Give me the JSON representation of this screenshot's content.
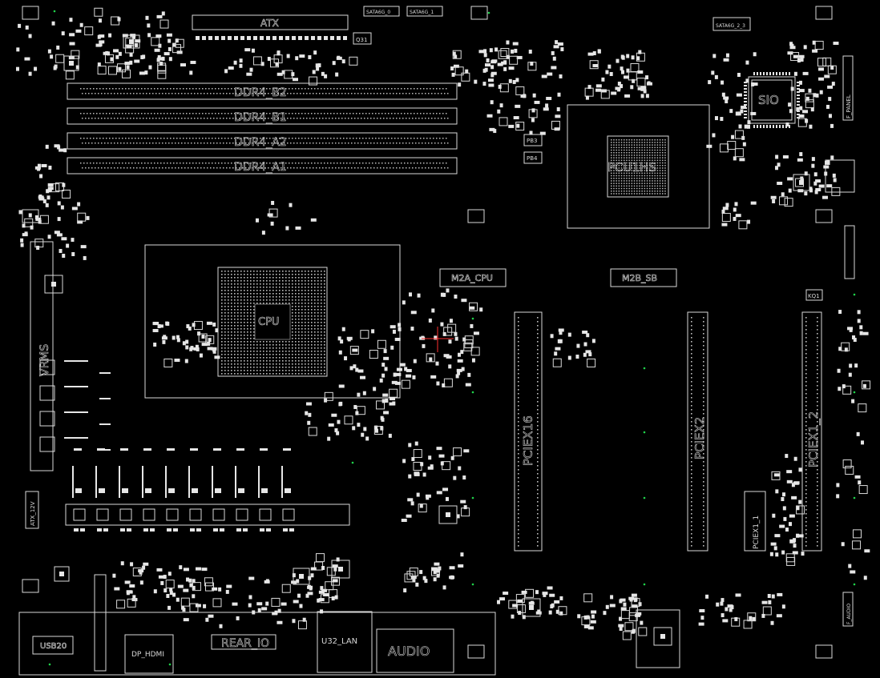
{
  "labels": {
    "atx": "ATX",
    "sata0": "SATA6G_0",
    "sata1": "SATA6G_1",
    "sata23": "SATA6G_2_3",
    "ddr_b2": "DDR4_B2",
    "ddr_b1": "DDR4_B1",
    "ddr_a2": "DDR4_A2",
    "ddr_a1": "DDR4_A1",
    "pch": "PCU1HS",
    "sio": "SIO",
    "m2a": "M2A_CPU",
    "m2b": "M2B_SB",
    "pciex16": "PCIEX16",
    "pciex2": "PCIEX2",
    "pciex1_2": "PCIEX1_2",
    "pciex1_1": "PCIEX1_1",
    "vrms": "VRMS",
    "usb20": "USB20",
    "dp_hdmi": "DP_HDMI",
    "rear_io": "REAR_IO",
    "u32_lan": "U32_LAN",
    "audio": "AUDIO",
    "atx12v": "ATX_12V",
    "fpanel": "F_PANEL",
    "faudio": "F_AUDIO",
    "cpu": "CPU",
    "kq1": "KQ1",
    "q31": "Q31",
    "pb3": "PB3",
    "pb4": "PB4"
  },
  "colors": {
    "background": "#000000",
    "outline": "#d9d9d9",
    "via": "#1fd34a",
    "marker": "#ff3030"
  }
}
